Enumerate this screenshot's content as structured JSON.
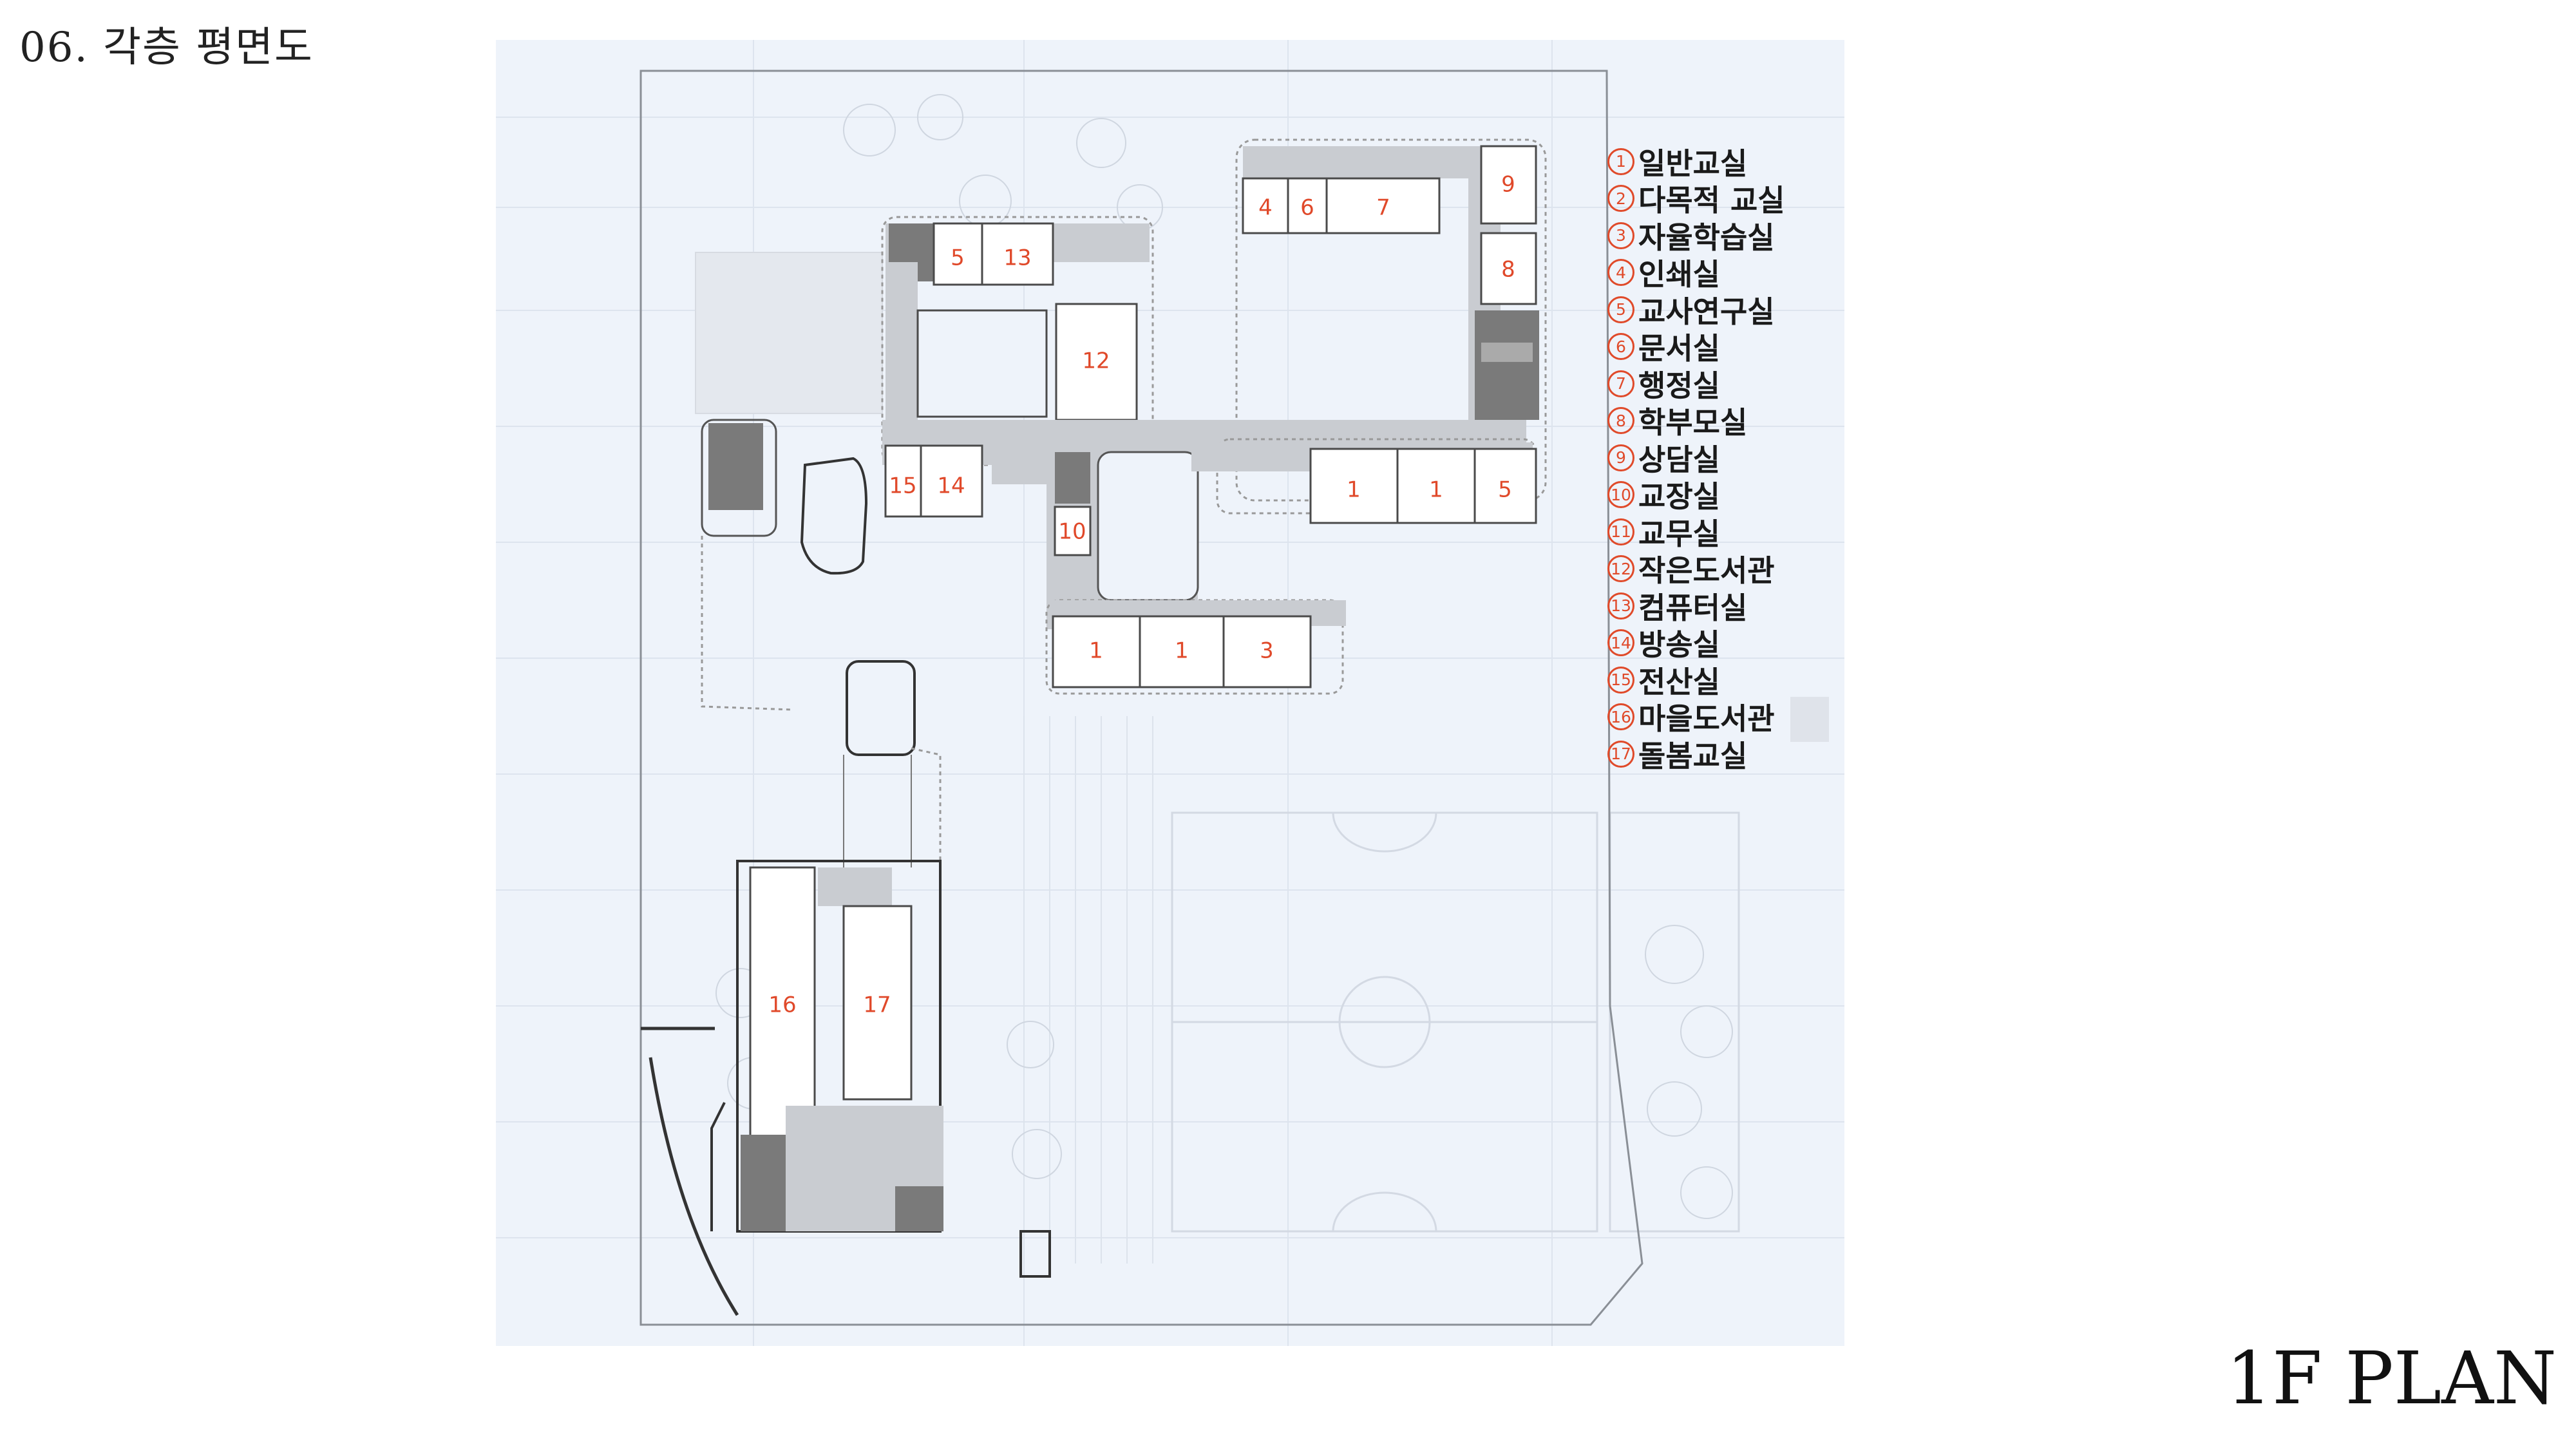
{
  "header": {
    "title": "06. 각층 평면도"
  },
  "legend": {
    "items": [
      {
        "num": "1",
        "label": "일반교실"
      },
      {
        "num": "2",
        "label": "다목적 교실"
      },
      {
        "num": "3",
        "label": "자율학습실"
      },
      {
        "num": "4",
        "label": "인쇄실"
      },
      {
        "num": "5",
        "label": "교사연구실"
      },
      {
        "num": "6",
        "label": "문서실"
      },
      {
        "num": "7",
        "label": "행정실"
      },
      {
        "num": "8",
        "label": "학부모실"
      },
      {
        "num": "9",
        "label": "상담실"
      },
      {
        "num": "10",
        "label": "교장실"
      },
      {
        "num": "11",
        "label": "교무실"
      },
      {
        "num": "12",
        "label": "작은도서관"
      },
      {
        "num": "13",
        "label": "컴퓨터실"
      },
      {
        "num": "14",
        "label": "방송실"
      },
      {
        "num": "15",
        "label": "전산실"
      },
      {
        "num": "16",
        "label": "마을도서관"
      },
      {
        "num": "17",
        "label": "돌봄교실"
      }
    ]
  },
  "plan": {
    "caption": "1F PLAN",
    "room_numbers": [
      "9",
      "4",
      "6",
      "7",
      "5",
      "13",
      "8",
      "12",
      "15",
      "14",
      "1",
      "1",
      "5",
      "10",
      "1",
      "1",
      "3",
      "16",
      "17"
    ],
    "colors": {
      "background": "#eef3fa",
      "room_number": "#e0492a",
      "corridor": "#c9ccd1",
      "core": "#7a7a7a"
    }
  }
}
